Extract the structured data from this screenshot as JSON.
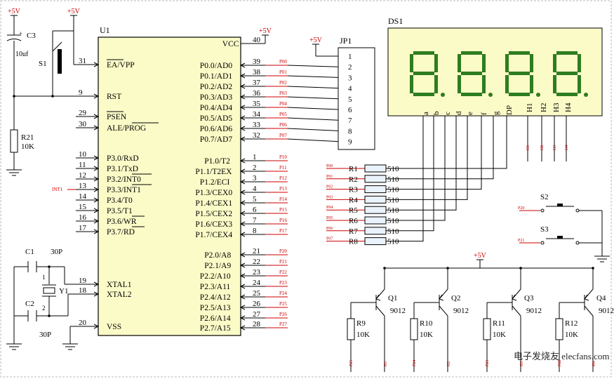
{
  "frame_title": "",
  "power": {
    "vcc": "+5V"
  },
  "mcu": {
    "ref": "U1",
    "left_pins": [
      {
        "num": "31",
        "name": "EA/VPP"
      },
      {
        "num": "9",
        "name": "RST"
      },
      {
        "num": "29",
        "name": "PSEN"
      },
      {
        "num": "30",
        "name": "ALE/PROG"
      },
      {
        "num": "10",
        "name": "P3.0/RxD"
      },
      {
        "num": "11",
        "name": "P3.1/TxD"
      },
      {
        "num": "12",
        "name": "P3.2/INT0"
      },
      {
        "num": "13",
        "name": "P3.3/INT1"
      },
      {
        "num": "14",
        "name": "P3.4/T0"
      },
      {
        "num": "15",
        "name": "P3.5/T1"
      },
      {
        "num": "16",
        "name": "P3.6/WR"
      },
      {
        "num": "17",
        "name": "P3.7/RD"
      },
      {
        "num": "19",
        "name": "XTAL1"
      },
      {
        "num": "18",
        "name": "XTAL2"
      },
      {
        "num": "20",
        "name": "VSS"
      }
    ],
    "right_pins": [
      {
        "num": "40",
        "name": "VCC"
      },
      {
        "num": "39",
        "name": "P0.0/AD0",
        "net": "P00"
      },
      {
        "num": "38",
        "name": "P0.1/AD1",
        "net": "P01"
      },
      {
        "num": "37",
        "name": "P0.2/AD2",
        "net": "P02"
      },
      {
        "num": "36",
        "name": "P0.3/AD3",
        "net": "P03"
      },
      {
        "num": "35",
        "name": "P0.4/AD4",
        "net": "P04"
      },
      {
        "num": "34",
        "name": "P0.5/AD5",
        "net": "P05"
      },
      {
        "num": "33",
        "name": "P0.6/AD6",
        "net": "P06"
      },
      {
        "num": "32",
        "name": "P0.7/AD7",
        "net": "P07"
      },
      {
        "num": "1",
        "name": "P1.0/T2",
        "net": "P10"
      },
      {
        "num": "2",
        "name": "P1.1/T2EX",
        "net": "P11"
      },
      {
        "num": "3",
        "name": "P1.2/ECI",
        "net": "P12"
      },
      {
        "num": "4",
        "name": "P1.3/CEX0",
        "net": "P13"
      },
      {
        "num": "5",
        "name": "P1.4/CEX1",
        "net": "P14"
      },
      {
        "num": "6",
        "name": "P1.5/CEX2",
        "net": "P15"
      },
      {
        "num": "7",
        "name": "P1.6/CEX3",
        "net": "P16"
      },
      {
        "num": "8",
        "name": "P1.7/CEX4",
        "net": "P17"
      },
      {
        "num": "21",
        "name": "P2.0/A8",
        "net": "P20"
      },
      {
        "num": "22",
        "name": "P2.1/A9",
        "net": "P21"
      },
      {
        "num": "23",
        "name": "P2.2/A10",
        "net": "P22"
      },
      {
        "num": "24",
        "name": "P2.3/A11",
        "net": "P23"
      },
      {
        "num": "25",
        "name": "P2.4/A12",
        "net": "P24"
      },
      {
        "num": "26",
        "name": "P2.5/A13",
        "net": "P25"
      },
      {
        "num": "27",
        "name": "P2.6/A14",
        "net": "P26"
      },
      {
        "num": "28",
        "name": "P2.7/A15",
        "net": "P27"
      }
    ],
    "int1_net": "INT1"
  },
  "reset": {
    "cap": "C3",
    "cap_value": "10uf",
    "switch": "S1",
    "resistor": "R21",
    "res_value": "10K"
  },
  "crystal": {
    "c1": "C1",
    "c1_value": "30P",
    "c2": "C2",
    "c2_value": "30P",
    "xtal": "Y1",
    "pin1": "1",
    "pin2": "2"
  },
  "jp1": {
    "ref": "JP1",
    "pins": [
      "1",
      "2",
      "3",
      "4",
      "5",
      "6",
      "7",
      "8",
      "9"
    ]
  },
  "display": {
    "ref": "DS1",
    "segments": [
      "a",
      "b",
      "c",
      "d",
      "e",
      "f",
      "g",
      "DP"
    ],
    "digits": [
      "H1",
      "H2",
      "H3",
      "H4"
    ],
    "digit_nets": [
      "H1",
      "H2",
      "H3",
      "H4"
    ]
  },
  "seg_resistors": {
    "refs": [
      "R1",
      "R2",
      "R3",
      "R4",
      "R5",
      "R6",
      "R7",
      "R8"
    ],
    "value": "510",
    "nets": [
      "P00",
      "P01",
      "P02",
      "P03",
      "P04",
      "P05",
      "P06",
      "P07"
    ]
  },
  "switches": [
    {
      "ref": "S2",
      "net": "P20"
    },
    {
      "ref": "S3",
      "net": "P21"
    }
  ],
  "drivers": [
    {
      "q": "Q1",
      "type": "9012",
      "r": "R9",
      "r_value": "10K",
      "in": "P25",
      "out": "H1"
    },
    {
      "q": "Q2",
      "type": "9012",
      "r": "R10",
      "r_value": "10K",
      "in": "P24",
      "out": "H2"
    },
    {
      "q": "Q3",
      "type": "9012",
      "r": "R11",
      "r_value": "10K",
      "in": "P23",
      "out": "H3"
    },
    {
      "q": "Q4",
      "type": "9012",
      "r": "R12",
      "r_value": "10K",
      "in": "P22",
      "out": "H4"
    }
  ],
  "watermark": "电子发烧友 elecfans.com",
  "colors": {
    "chip": "#fbfbc8",
    "segment": "#2e7d1f",
    "net_label": "#cc0000",
    "display_bg": "#fbfbc8"
  }
}
